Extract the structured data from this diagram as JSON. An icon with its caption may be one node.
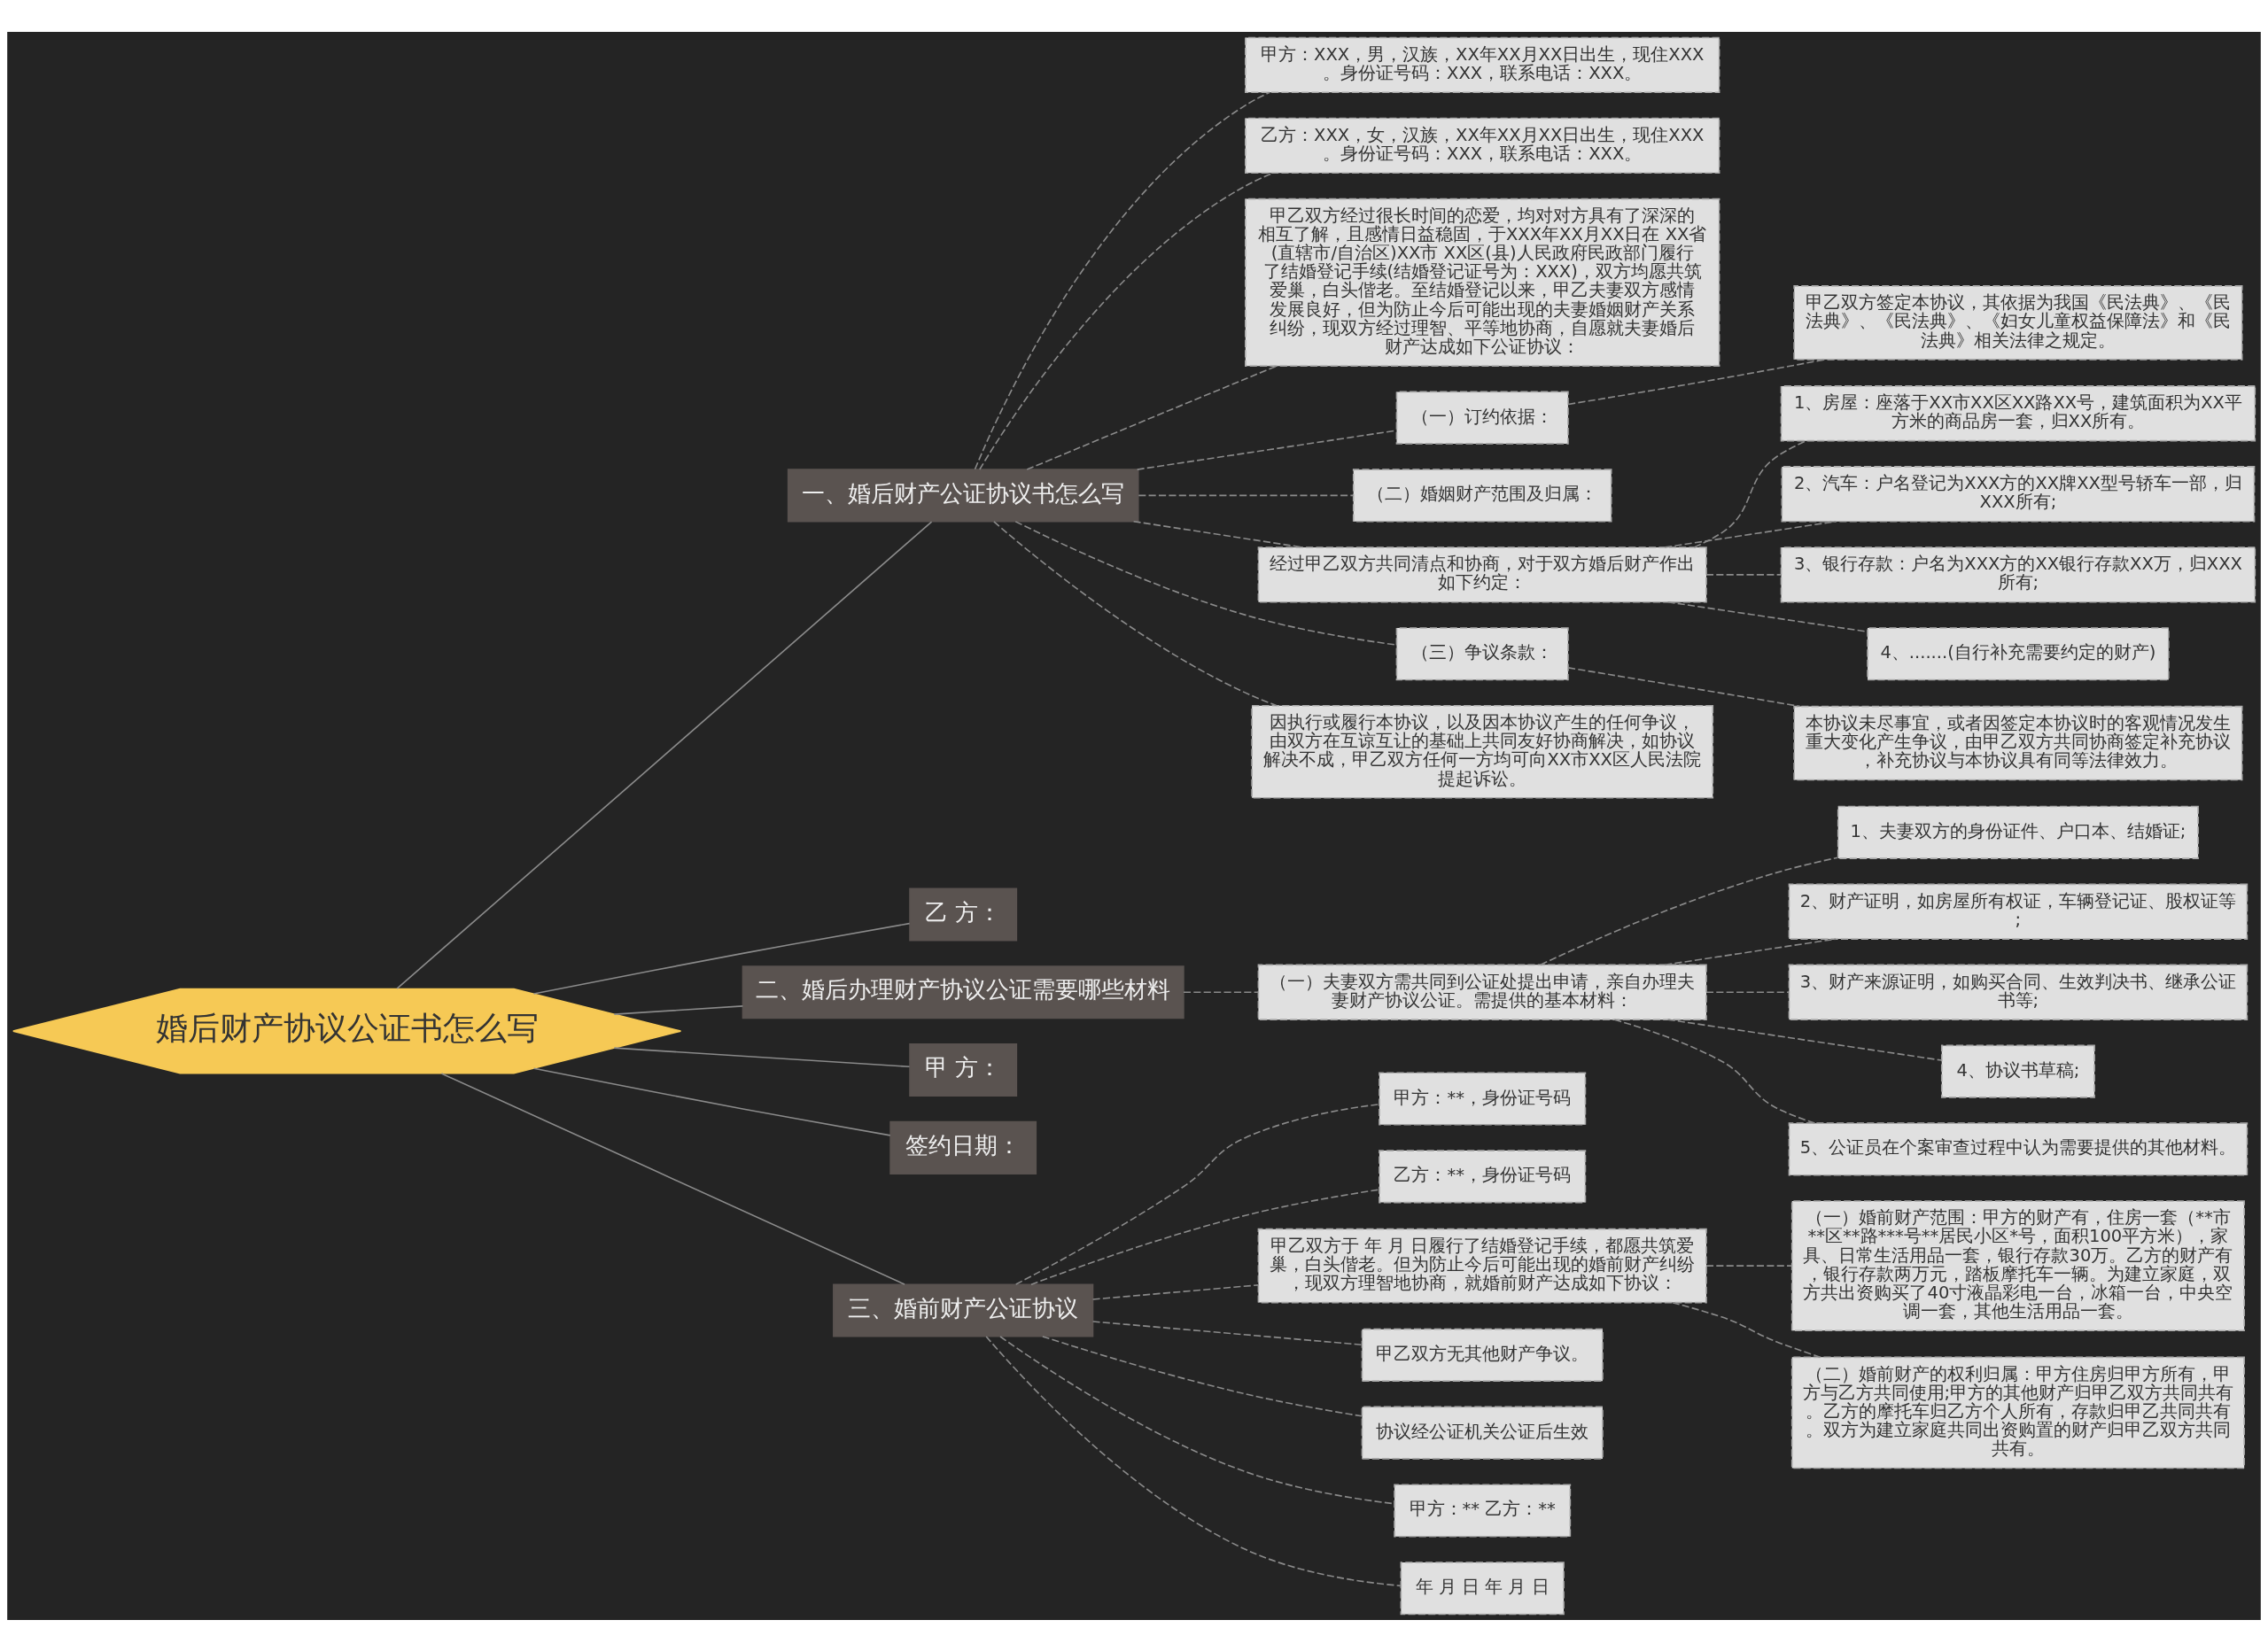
{
  "diagram": {
    "nodes": [
      {
        "text": [
          "婚后财产协议公证书怎么写"
        ]
      },
      {
        "text": [
          "一、婚后财产公证协议书怎么写"
        ]
      },
      {
        "text": [
          "甲方：XXX，男，汉族，XX年XX月XX日出生，现住XXX 。身份证号码：XXX，联系电话：XXX。"
        ]
      },
      {
        "text": [
          "乙方：XXX，女，汉族，XX年XX月XX日出生，现住XXX 。身份证号码：XXX，联系电话：XXX。"
        ]
      },
      {
        "text": [
          "甲乙双方经过很长时间的恋爱，均对对方具有了深深的相互了解，且感情日益稳固，于XXX年XX月XX日在 XX省(直辖市/自治区)XX市 XX区(县)人民政府民政部门履行了结婚登记手续(结婚登记证号为：XXX)，双方均愿共筑爱巢，白头偕老。至结婚登记以来，甲乙夫妻双方感情发展良好，但为防止今后可能出现的夫妻婚姻财产关系纠纷，现双方经过理智、平等地协商，自愿就夫妻婚后财产达成如下公证协议："
        ]
      },
      {
        "text": [
          "（一）订约依据："
        ]
      },
      {
        "text": [
          "甲乙双方签定本协议，其依据为我国《民法典》、《民法典》、《民法典》、《妇女儿童权益保障法》和《民法典》相关法律之规定。"
        ]
      },
      {
        "text": [
          "（二）婚姻财产范围及归属："
        ]
      },
      {
        "text": [
          "经过甲乙双方共同清点和协商，对于双方婚后财产作出如下约定："
        ]
      },
      {
        "text": [
          "1、房屋：座落于XX市XX区XX路XX号，建筑面积为XX平方米的商品房一套，归XX所有。"
        ]
      },
      {
        "text": [
          "2、汽车：户名登记为XXX方的XX牌XX型号轿车一部，归XXX所有;"
        ]
      },
      {
        "text": [
          "3、银行存款：户名为XXX方的XX银行存款XX万，归XXX所有;"
        ]
      },
      {
        "text": [
          "4、.......(自行补充需要约定的财产)"
        ]
      },
      {
        "text": [
          "（三）争议条款："
        ]
      },
      {
        "text": [
          "本协议未尽事宜，或者因签定本协议时的客观情况发生重大变化产生争议，由甲乙双方共同协商签定补充协议，补充协议与本协议具有同等法律效力。"
        ]
      },
      {
        "text": [
          "因执行或履行本协议，以及因本协议产生的任何争议，由双方在互谅互让的基础上共同友好协商解决，如协议解决不成，甲乙双方任何一方均可向XX市XX区人民法院提起诉讼。"
        ]
      },
      {
        "text": [
          "乙 方："
        ]
      },
      {
        "text": [
          "二、婚后办理财产协议公证需要哪些材料"
        ]
      },
      {
        "text": [
          "（一）夫妻双方需共同到公证处提出申请，亲自办理夫妻财产协议公证。需提供的基本材料："
        ]
      },
      {
        "text": [
          "1、夫妻双方的身份证件、户口本、结婚证;"
        ]
      },
      {
        "text": [
          "2、财产证明，如房屋所有权证，车辆登记证、股权证等;"
        ]
      },
      {
        "text": [
          "3、财产来源证明，如购买合同、生效判决书、继承公证书等;"
        ]
      },
      {
        "text": [
          "4、协议书草稿;"
        ]
      },
      {
        "text": [
          "5、公证员在个案审查过程中认为需要提供的其他材料。"
        ]
      },
      {
        "text": [
          "甲 方："
        ]
      },
      {
        "text": [
          "签约日期："
        ]
      },
      {
        "text": [
          "三、婚前财产公证协议"
        ]
      },
      {
        "text": [
          "甲方：**，身份证号码"
        ]
      },
      {
        "text": [
          "乙方：**，身份证号码"
        ]
      },
      {
        "text": [
          "甲乙双方于 年 月 日履行了结婚登记手续，都愿共筑爱巢，白头偕老。但为防止今后可能出现的婚前财产纠纷，现双方理智地协商，就婚前财产达成如下协议："
        ]
      },
      {
        "text": [
          "（一）婚前财产范围：甲方的财产有，住房一套（**市**区**路***号**居民小区*号，面积100平方米），家具、日常生活用品一套，银行存款30万。乙方的财产有，银行存款两万元，踏板摩托车一辆。为建立家庭，双方共出资购买了40寸液晶彩电一台，冰箱一台，中央空调一套，其他生活用品一套。"
        ]
      },
      {
        "text": [
          "（二）婚前财产的权利归属：甲方住房归甲方所有，甲方与乙方共同使用;甲方的其他财产归甲乙双方共同共有。乙方的摩托车归乙方个人所有，存款归甲乙共同共有。双方为建立家庭共同出资购置的财产归甲乙双方共同共有。"
        ]
      },
      {
        "text": [
          "甲乙双方无其他财产争议。"
        ]
      },
      {
        "text": [
          "协议经公证机关公证后生效"
        ]
      },
      {
        "text": [
          "甲方：** 乙方：**"
        ]
      },
      {
        "text": [
          "年 月 日 年 月 日"
        ]
      }
    ],
    "edges": [
      {
        "from": 0,
        "to": 1,
        "arrow": "none"
      },
      {
        "from": 1,
        "to": 2,
        "arrow": "none",
        "style": "dashed"
      },
      {
        "from": 1,
        "to": 3,
        "arrow": "none",
        "style": "dashed"
      },
      {
        "from": 1,
        "to": 4,
        "arrow": "none",
        "style": "dashed"
      },
      {
        "from": 1,
        "to": 5,
        "arrow": "none",
        "style": "dashed"
      },
      {
        "from": 5,
        "to": 6,
        "arrow": "none",
        "style": "dashed"
      },
      {
        "from": 1,
        "to": 7,
        "arrow": "none",
        "style": "dashed"
      },
      {
        "from": 1,
        "to": 8,
        "arrow": "none",
        "style": "dashed"
      },
      {
        "from": 8,
        "to": 9,
        "arrow": "none",
        "style": "dashed"
      },
      {
        "from": 8,
        "to": 10,
        "arrow": "none",
        "style": "dashed"
      },
      {
        "from": 8,
        "to": 11,
        "arrow": "none",
        "style": "dashed"
      },
      {
        "from": 8,
        "to": 12,
        "arrow": "none",
        "style": "dashed"
      },
      {
        "from": 1,
        "to": 13,
        "arrow": "none",
        "style": "dashed"
      },
      {
        "from": 13,
        "to": 14,
        "arrow": "none",
        "style": "dashed"
      },
      {
        "from": 1,
        "to": 15,
        "arrow": "none",
        "style": "dashed"
      },
      {
        "from": 0,
        "to": 16,
        "arrow": "none"
      },
      {
        "from": 0,
        "to": 17,
        "arrow": "none"
      },
      {
        "from": 17,
        "to": 18,
        "arrow": "none",
        "style": "dashed"
      },
      {
        "from": 18,
        "to": 19,
        "arrow": "none",
        "style": "dashed"
      },
      {
        "from": 18,
        "to": 20,
        "arrow": "none",
        "style": "dashed"
      },
      {
        "from": 18,
        "to": 21,
        "arrow": "none",
        "style": "dashed"
      },
      {
        "from": 18,
        "to": 22,
        "arrow": "none",
        "style": "dashed"
      },
      {
        "from": 18,
        "to": 23,
        "arrow": "none",
        "style": "dashed"
      },
      {
        "from": 0,
        "to": 24,
        "arrow": "none"
      },
      {
        "from": 0,
        "to": 25,
        "arrow": "none"
      },
      {
        "from": 0,
        "to": 26,
        "arrow": "none"
      },
      {
        "from": 26,
        "to": 27,
        "arrow": "none",
        "style": "dashed"
      },
      {
        "from": 26,
        "to": 28,
        "arrow": "none",
        "style": "dashed"
      },
      {
        "from": 26,
        "to": 29,
        "arrow": "none",
        "style": "dashed"
      },
      {
        "from": 29,
        "to": 30,
        "arrow": "none",
        "style": "dashed"
      },
      {
        "from": 29,
        "to": 31,
        "arrow": "none",
        "style": "dashed"
      },
      {
        "from": 26,
        "to": 32,
        "arrow": "none",
        "style": "dashed"
      },
      {
        "from": 26,
        "to": 33,
        "arrow": "none",
        "style": "dashed"
      },
      {
        "from": 26,
        "to": 34,
        "arrow": "none",
        "style": "dashed"
      },
      {
        "from": 26,
        "to": 35,
        "arrow": "none",
        "style": "dashed"
      }
    ]
  }
}
